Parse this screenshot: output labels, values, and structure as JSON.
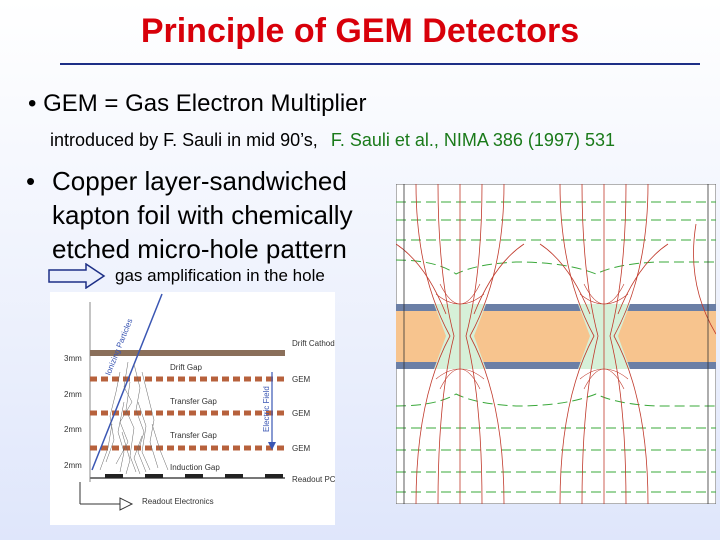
{
  "title": "Principle of GEM Detectors",
  "bullet1": "• GEM = Gas Electron Multiplier",
  "sub_intro": "introduced by F. Sauli in mid 90’s,",
  "sub_ref": "F. Sauli et al., NIMA 386 (1997) 531",
  "bullet2_dot": "•",
  "bullet2": "Copper layer-sandwiched kapton foil with chemically etched micro-hole pattern",
  "arrow_text": "gas amplification in the hole",
  "figure_left": {
    "particle_label": "Ionizing Particles",
    "field_label": "Electric Field",
    "layers": [
      "Drift Cathode",
      "Drift Gap",
      "GEM",
      "Transfer Gap",
      "GEM",
      "Transfer Gap",
      "GEM",
      "Induction Gap",
      "Readout PCB"
    ],
    "gaps": [
      "3mm",
      "2mm",
      "2mm",
      "2mm"
    ],
    "readout": "Readout Electronics"
  },
  "colors": {
    "title": "#d8000a",
    "rule": "#1d2f86",
    "ref": "#1a7a1a",
    "kapton": "#f7c48e",
    "copper": "#6b7fa6"
  }
}
